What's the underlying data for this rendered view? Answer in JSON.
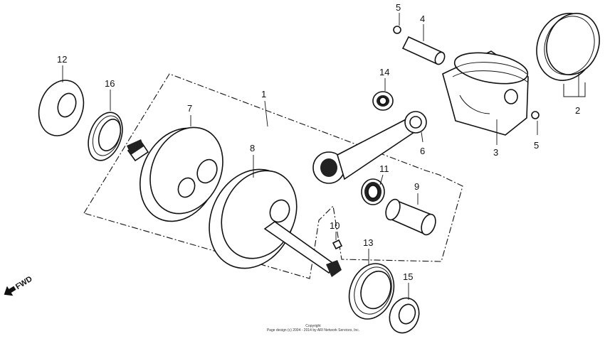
{
  "diagram": {
    "callouts": {
      "c1": "1",
      "c2": "2",
      "c3": "3",
      "c4": "4",
      "c5a": "5",
      "c5b": "5",
      "c6": "6",
      "c7": "7",
      "c8": "8",
      "c9": "9",
      "c10": "10",
      "c11": "11",
      "c12": "12",
      "c13": "13",
      "c14": "14",
      "c15": "15",
      "c16": "16"
    },
    "fwd_label": "FWD",
    "copyright_line1": "Copyright",
    "copyright_line2": "Page design (c) 2004 - 2014 by ARI Network Services, Inc."
  }
}
